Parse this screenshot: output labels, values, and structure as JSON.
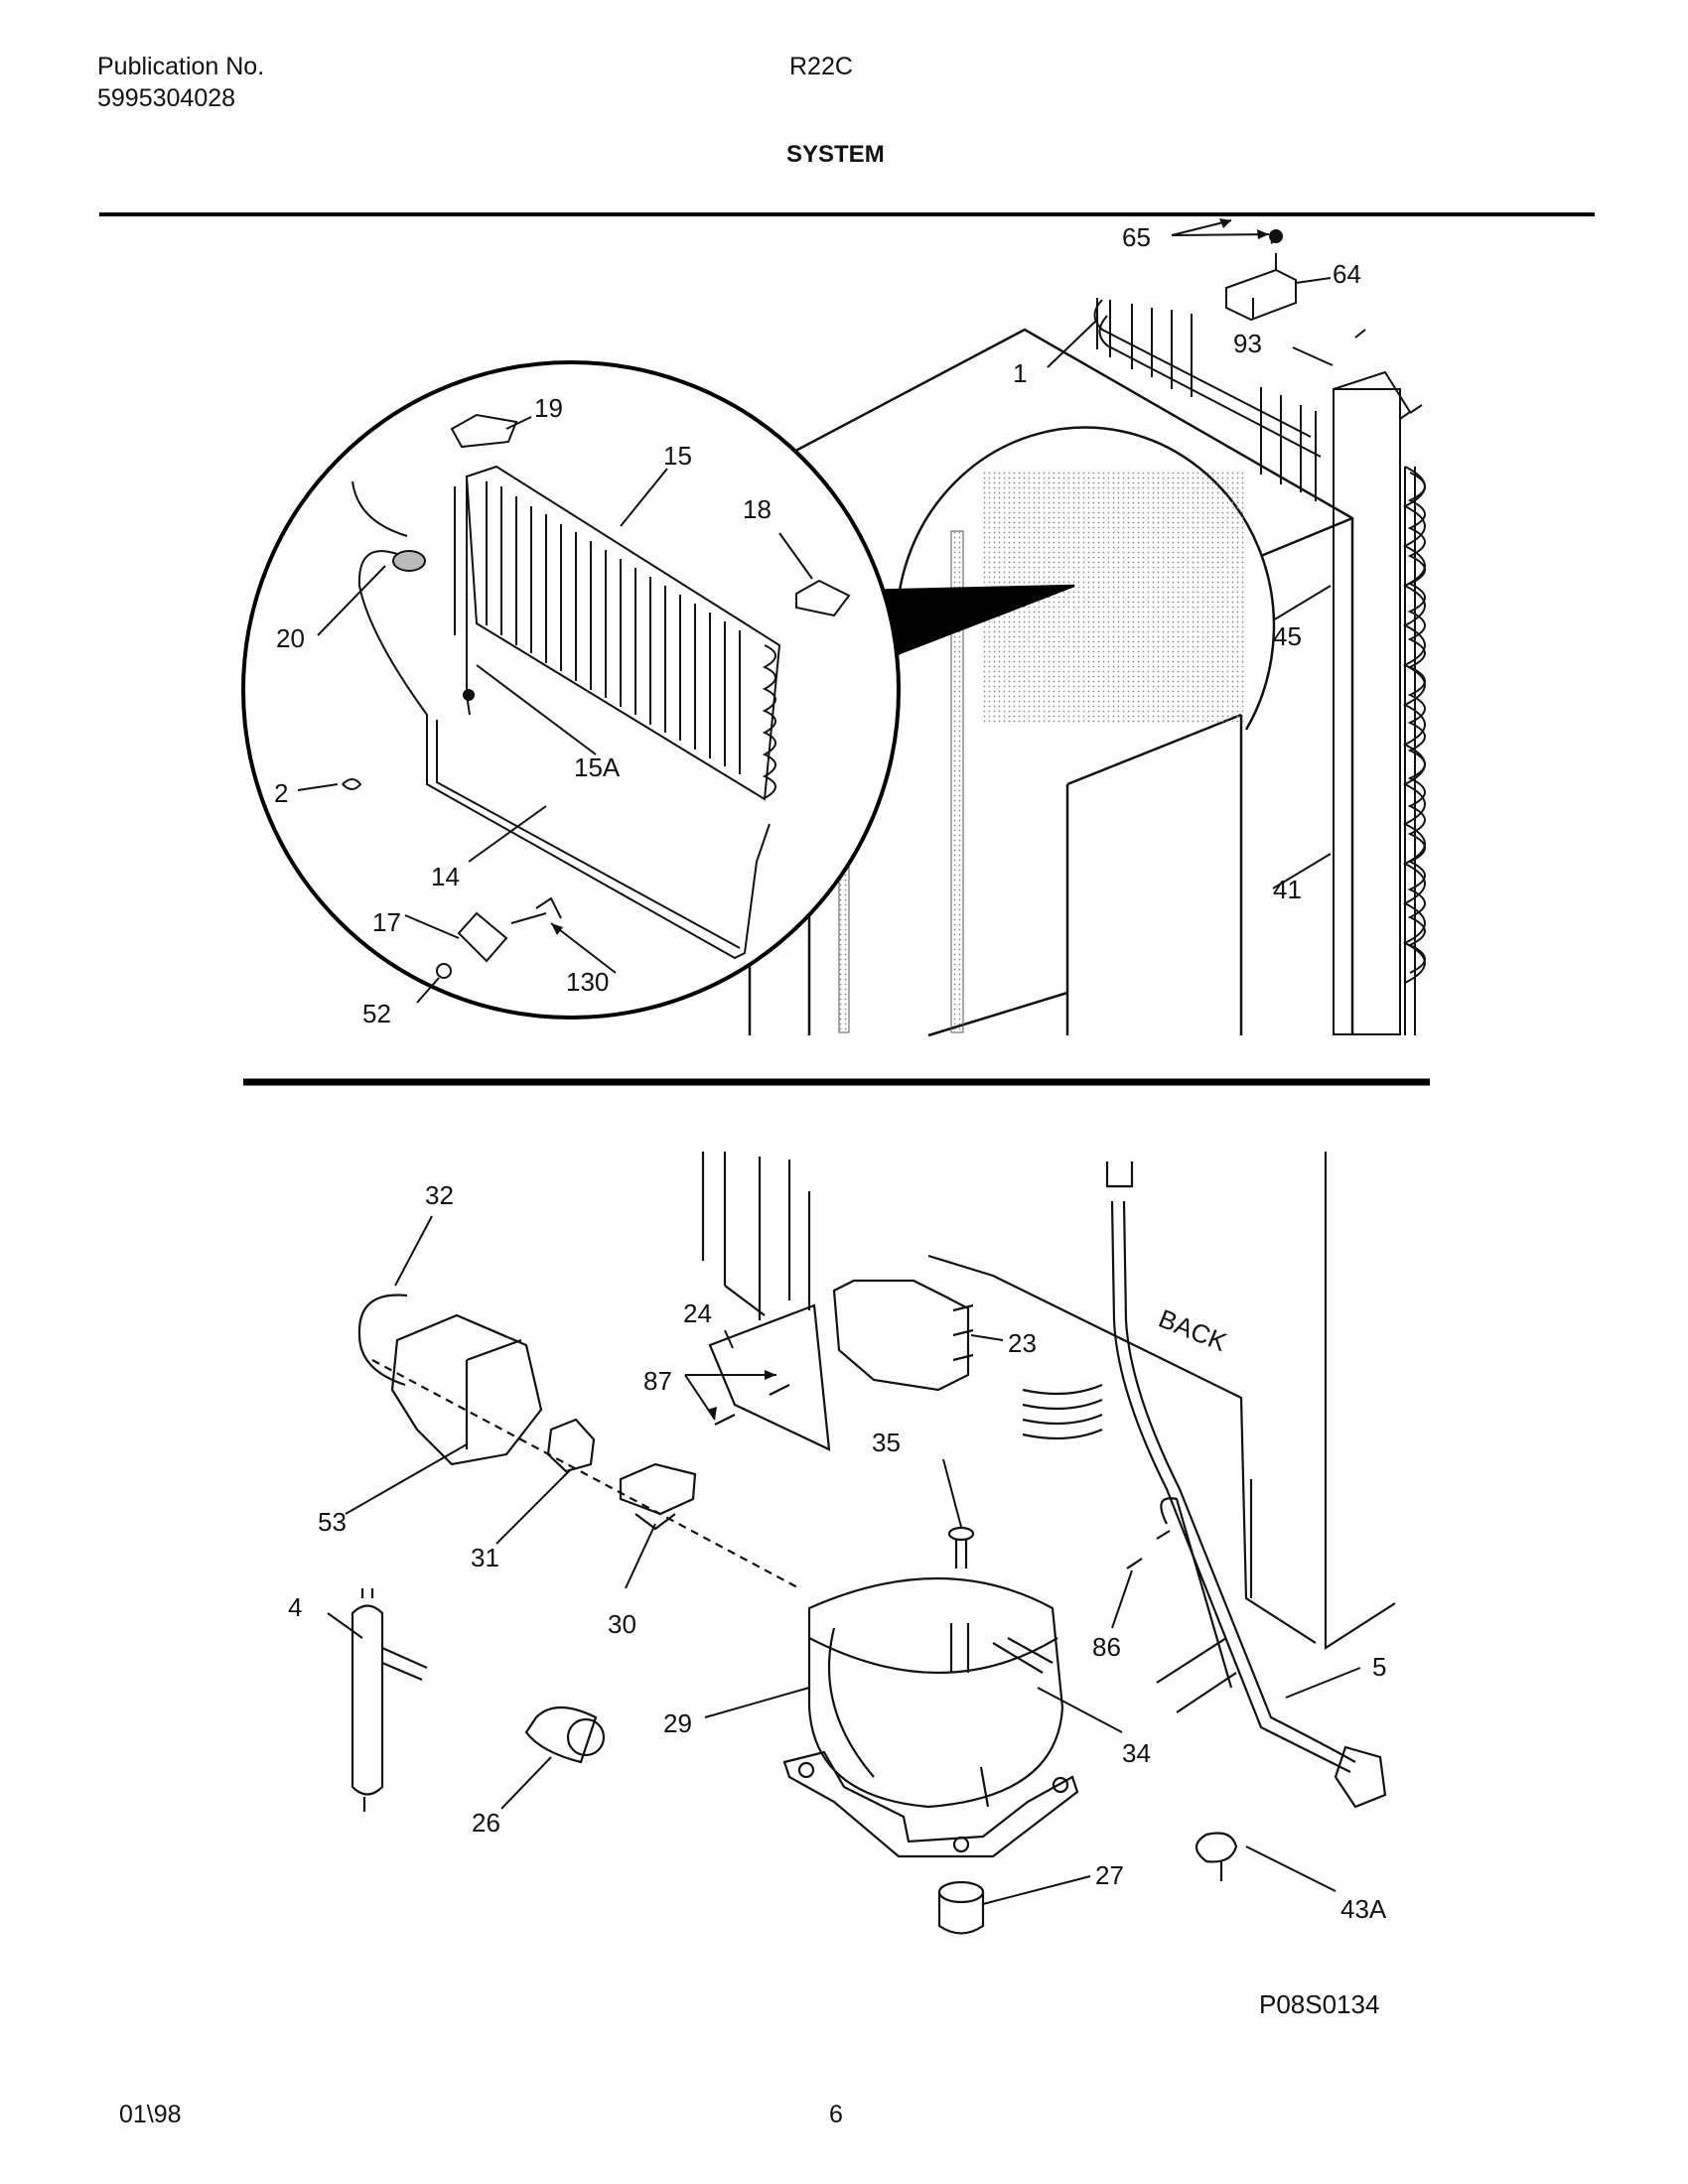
{
  "header": {
    "publication_label": "Publication No.",
    "publication_number": "5995304028",
    "model": "R22C",
    "section_title": "SYSTEM"
  },
  "footer": {
    "date": "01\\98",
    "page": "6",
    "drawing_id": "P08S0134"
  },
  "callouts": {
    "c1": "1",
    "c2": "2",
    "c4": "4",
    "c5": "5",
    "c14": "14",
    "c15": "15",
    "c15a": "15A",
    "c17": "17",
    "c18": "18",
    "c19": "19",
    "c20": "20",
    "c23": "23",
    "c24": "24",
    "c26": "26",
    "c27": "27",
    "c29": "29",
    "c30": "30",
    "c31": "31",
    "c32": "32",
    "c34": "34",
    "c35": "35",
    "c41": "41",
    "c43a": "43A",
    "c45": "45",
    "c52": "52",
    "c53": "53",
    "c64": "64",
    "c65": "65",
    "c86": "86",
    "c87": "87",
    "c93": "93",
    "c130": "130"
  },
  "annotations": {
    "back": "BACK"
  }
}
